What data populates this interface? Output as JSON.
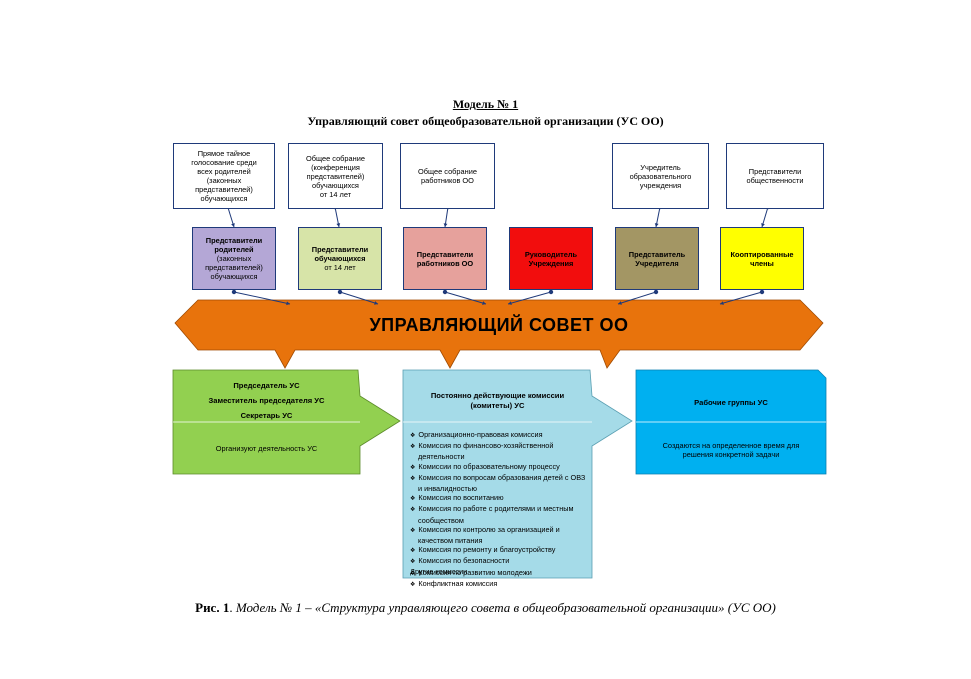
{
  "header": {
    "model_title": "Модель № 1",
    "subtitle": "Управляющий совет общеобразовательной организации (УС ОО)"
  },
  "sources": [
    {
      "text": "Прямое тайное\nголосование среди\nвсех родителей\n(законных\nпредставителей)\nобучающихся"
    },
    {
      "text": "Общее собрание\n(конференция\nпредставителей)\nобучающихся\nот 14 лет"
    },
    {
      "text": "Общее собрание\nработников ОО"
    },
    {
      "text": "Учредитель\nобразовательного\nучреждения"
    },
    {
      "text": "Представители\nобщественности"
    }
  ],
  "representatives": [
    {
      "bold": "Представители\nродителей",
      "rest": "\n(законных\nпредставителей)\nобучающихся",
      "color": "#b4a7d6"
    },
    {
      "bold": "Представители\nобучающихся",
      "rest": "\nот 14 лет",
      "color": "#d7e4a8"
    },
    {
      "bold": "Представители\nработников ОО",
      "rest": "",
      "color": "#e6a19c"
    },
    {
      "bold": "Руководитель\nУчреждения",
      "rest": "",
      "color": "#f20d0d"
    },
    {
      "bold": "Представитель\nУчредителя",
      "rest": "",
      "color": "#a39664"
    },
    {
      "bold": "Кооптированные\nчлены",
      "rest": "",
      "color": "#ffff00"
    }
  ],
  "banner": {
    "label": "УПРАВЛЯЮЩИЙ СОВЕТ ОО",
    "color": "#e8730c"
  },
  "left_panel": {
    "titles": [
      "Председатель УС",
      "Заместитель председателя УС",
      "Секретарь УС"
    ],
    "text": "Организуют деятельность УС",
    "color": "#92d050"
  },
  "center_panel": {
    "title": "Постоянно действующие комиссии\n(комитеты) УС",
    "color": "#a5dbe8",
    "committees": [
      "Организационно-правовая комиссия",
      "Комиссия по финансово-хозяйственной деятельности",
      "Комиссии по образовательному процессу",
      "Комиссия по вопросам образования детей с ОВЗ и инвалидностью",
      "Комиссия по воспитанию",
      "Комиссия по работе с родителями и местным сообществом",
      "Комиссия по контролю за организацией и качеством питания",
      "Комиссия по ремонту и благоустройству",
      "Комиссия по безопасности",
      "Комиссия по развитию молодежи",
      "Конфликтная комиссия"
    ],
    "other": "Другие комиссии"
  },
  "right_panel": {
    "title": "Рабочие группы УС",
    "text": "Создаются на определенное время для\nрешения конкретной задачи",
    "color": "#00b0f0"
  },
  "caption": {
    "label": "Рис. 1",
    "text": "Модель № 1 – «Структура управляющего совета в общеобразовательной организации» (УС ОО)"
  }
}
